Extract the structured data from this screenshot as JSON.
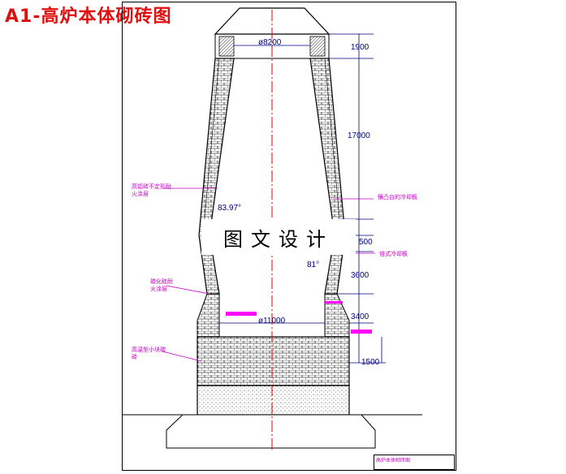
{
  "title": "A1-高炉本体砌砖图",
  "watermark": "图文设计",
  "dimensions": {
    "top_diameter": "ø8200",
    "bosh_diameter": "ø11000",
    "d1900": "1900",
    "d17000": "17000",
    "d500": "500",
    "d3600": "3600",
    "d3400": "3400",
    "d1500": "1500",
    "angle_shaft": "83.97°",
    "angle_bosh": "81°"
  },
  "notes": {
    "left1_line1": "高铝砖不定形耐",
    "left1_line2": "火涂层",
    "left2_line1": "碳化硅耐",
    "left2_line2": "火涂层",
    "left3_line1": "高温型小块碳",
    "left3_line2": "砖",
    "right1": "镶凸台的冷却板",
    "right2": "倍式冷却板"
  },
  "title_block": {
    "name": "高炉本体砌砖图"
  },
  "colors": {
    "title_red": "#e01010",
    "dimension_blue": "#000080",
    "note_magenta": "#c000c0",
    "marker_magenta": "#ff00ff",
    "centerline_red": "#e00000"
  }
}
